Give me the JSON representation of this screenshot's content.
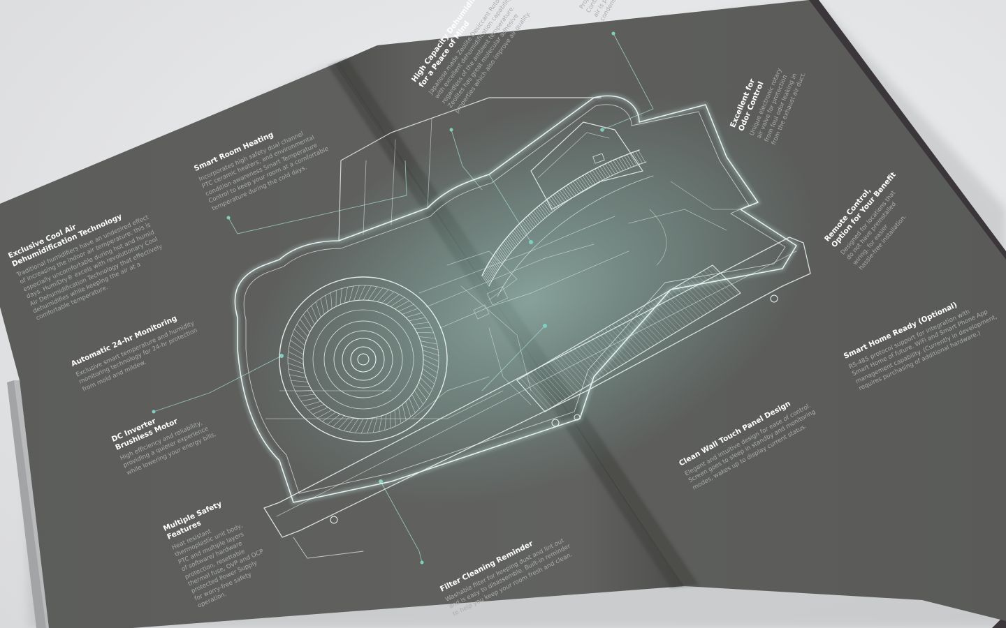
{
  "scene": {
    "background_color": "#e3e4e6",
    "page_color": "#5e5f5d",
    "accent_color": "#6fb8a8",
    "wire_color": "#e8f4f2"
  },
  "brochure": {
    "features": [
      {
        "id": "exclusive-cool-air",
        "title": "Exclusive Cool Air\nDehumidification Technology",
        "body": "Traditional humidifiers have an undesired effect\nof increasing the indoor air temperature; this is\nespecially uncomfortable during hot and humid\ndays. HumiDry® excels with revolutionary Cool\nAir Dehumidification Technology that effectively\ndehumidifies while keeping the air at a\ncomfortable temperature."
      },
      {
        "id": "automatic-monitoring",
        "title": "Automatic 24-hr Monitoring",
        "body": "Exclusive smart temperature and humidity\nmonitoring technology for 24-hr protection\nfrom mold and mildew."
      },
      {
        "id": "dc-inverter",
        "title": "DC Inverter\nBrushless Motor",
        "body": "High efficiency and reliability,\nproviding a quieter experience\nwhile lowering your energy bills."
      },
      {
        "id": "multiple-safety",
        "title": "Multiple Safety\nFeatures",
        "body": "Heat resistant\nthermoplastic unit body,\nPTC and multiple layers\nof software/ hardware\nprotection, resettable\nthermal fuse, OVP and OCP\nprotected Power Supply\nfor worry-free safety\noperation."
      },
      {
        "id": "smart-room-heating",
        "title": "Smart Room Heating",
        "body": "Incorporates high safety dual channel\nPTC ceramic heaters, and environmental\ncondition awareness Smart Temperature\nControl to keep your room at a comfortable\ntemperature during the cold days."
      },
      {
        "id": "high-capacity",
        "title": "High Capacity Dehumidification\nfor a Peace of Mind",
        "body": "Japanese made Zeolite Desiccant Rotor\nwith excellent dehumidification capability\nregardless of the ambient temperature.\nZeolites has great molecular adhesive\nproperties which also improve air quality."
      },
      {
        "id": "filter-cleaning",
        "title": "Filter Cleaning Reminder",
        "body": "Washable filter for keeping dust and lint out\nand is easy to disassemble. Built-in reminder\nto help you keep your room fresh and clean."
      },
      {
        "id": "clean-wall",
        "title": "Clean Wall Touch Panel Design",
        "body": "Elegant and intuitive design for ease of control.\nScreen goes to sleep in standby and monitoring\nmodes, wakes up to display current status."
      },
      {
        "id": "smart-home",
        "title": "Smart Home Ready (Optional)",
        "body": "RS-485 protocol support for integration with\nSmart Home of future. WiFi and Smart Phone App\nmanagement capability. (Currently in development,\nrequires purchasing of additional hardware.)"
      },
      {
        "id": "remote-control",
        "title": "Remote Control,\nOption for Your Benefit",
        "body": "Designed for locations that\ndo not have preinstalled\nwiring, for easier\nhassle-free installation."
      },
      {
        "id": "odor-control",
        "title": "Excellent for\nOdor Control",
        "body": "Unique electronic rotary\nair valve for protection\nfrom foul odor leaking in\nfrom the exhaust air duct."
      },
      {
        "id": "top-cut",
        "title": "",
        "body": "Prop...\nControl...\nair is processed...\ncondense within the..."
      }
    ]
  }
}
